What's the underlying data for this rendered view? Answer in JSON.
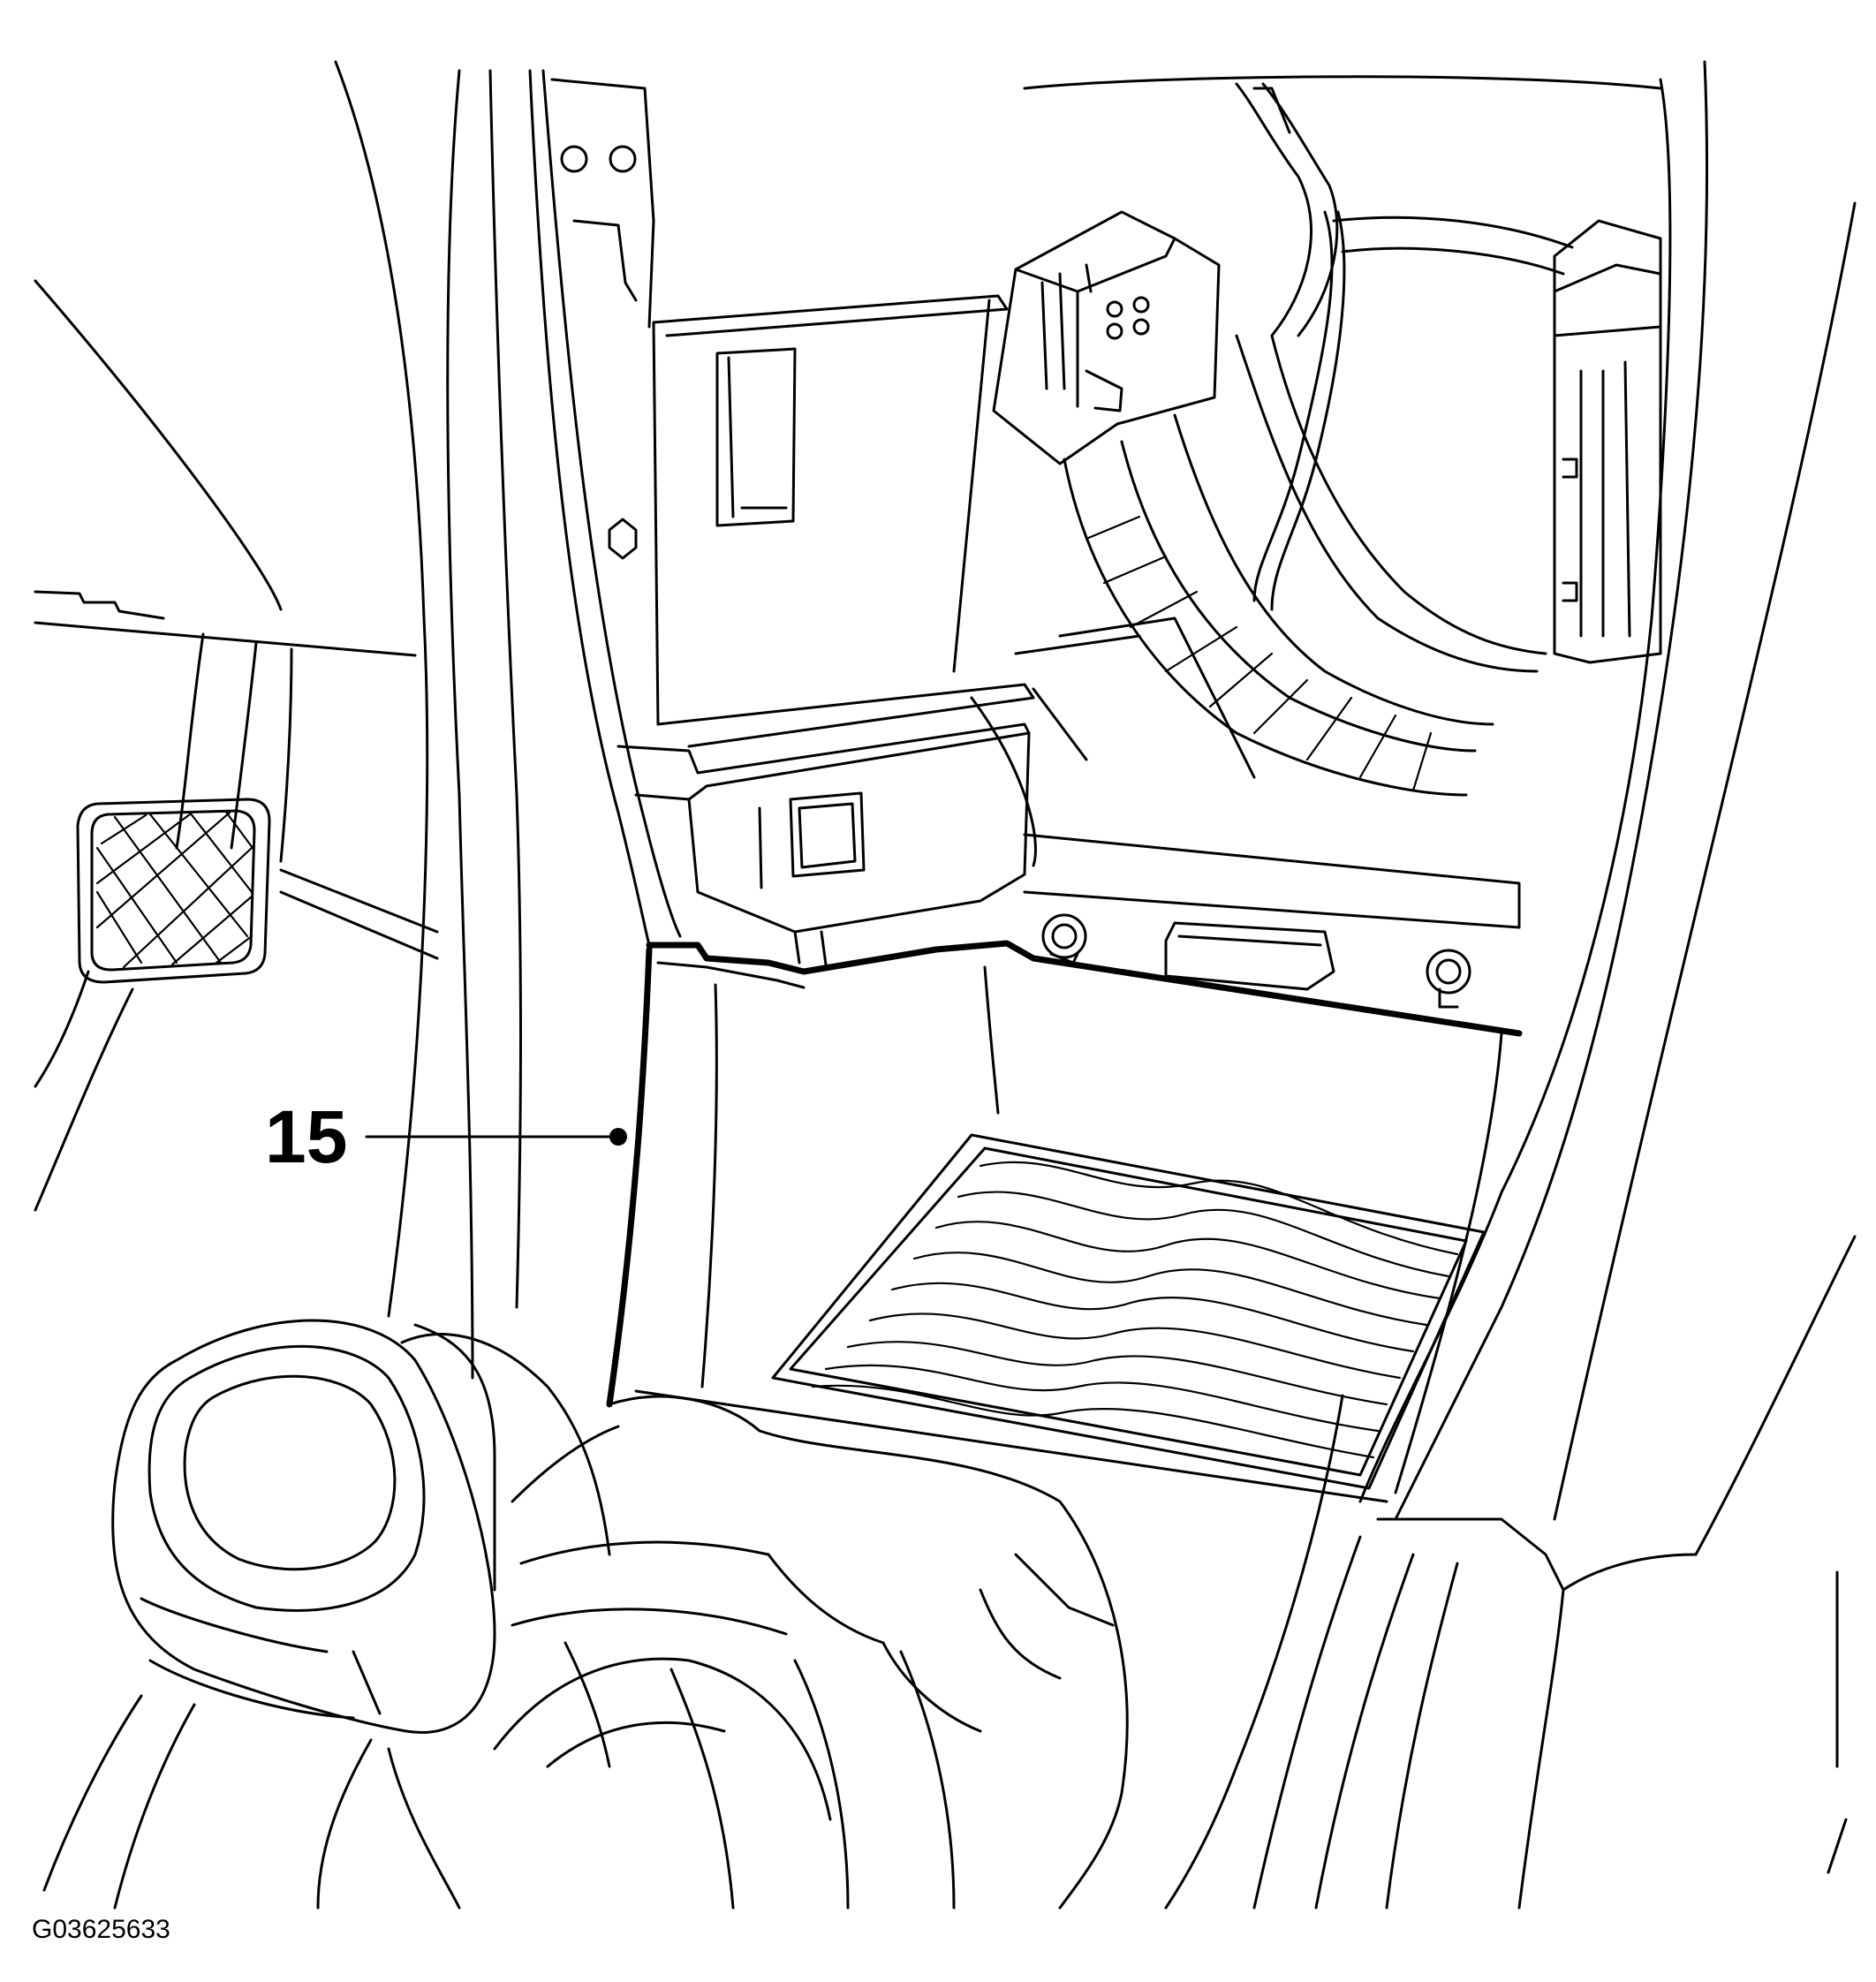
{
  "callout": {
    "number": "15"
  },
  "figure": {
    "id": "G03625633"
  },
  "parts": {
    "brake_pedal": "pedal-hatched",
    "gear_lever": "gear-knob",
    "console_panel": "center-console-side-panel",
    "wiring": "wiring-harness"
  }
}
